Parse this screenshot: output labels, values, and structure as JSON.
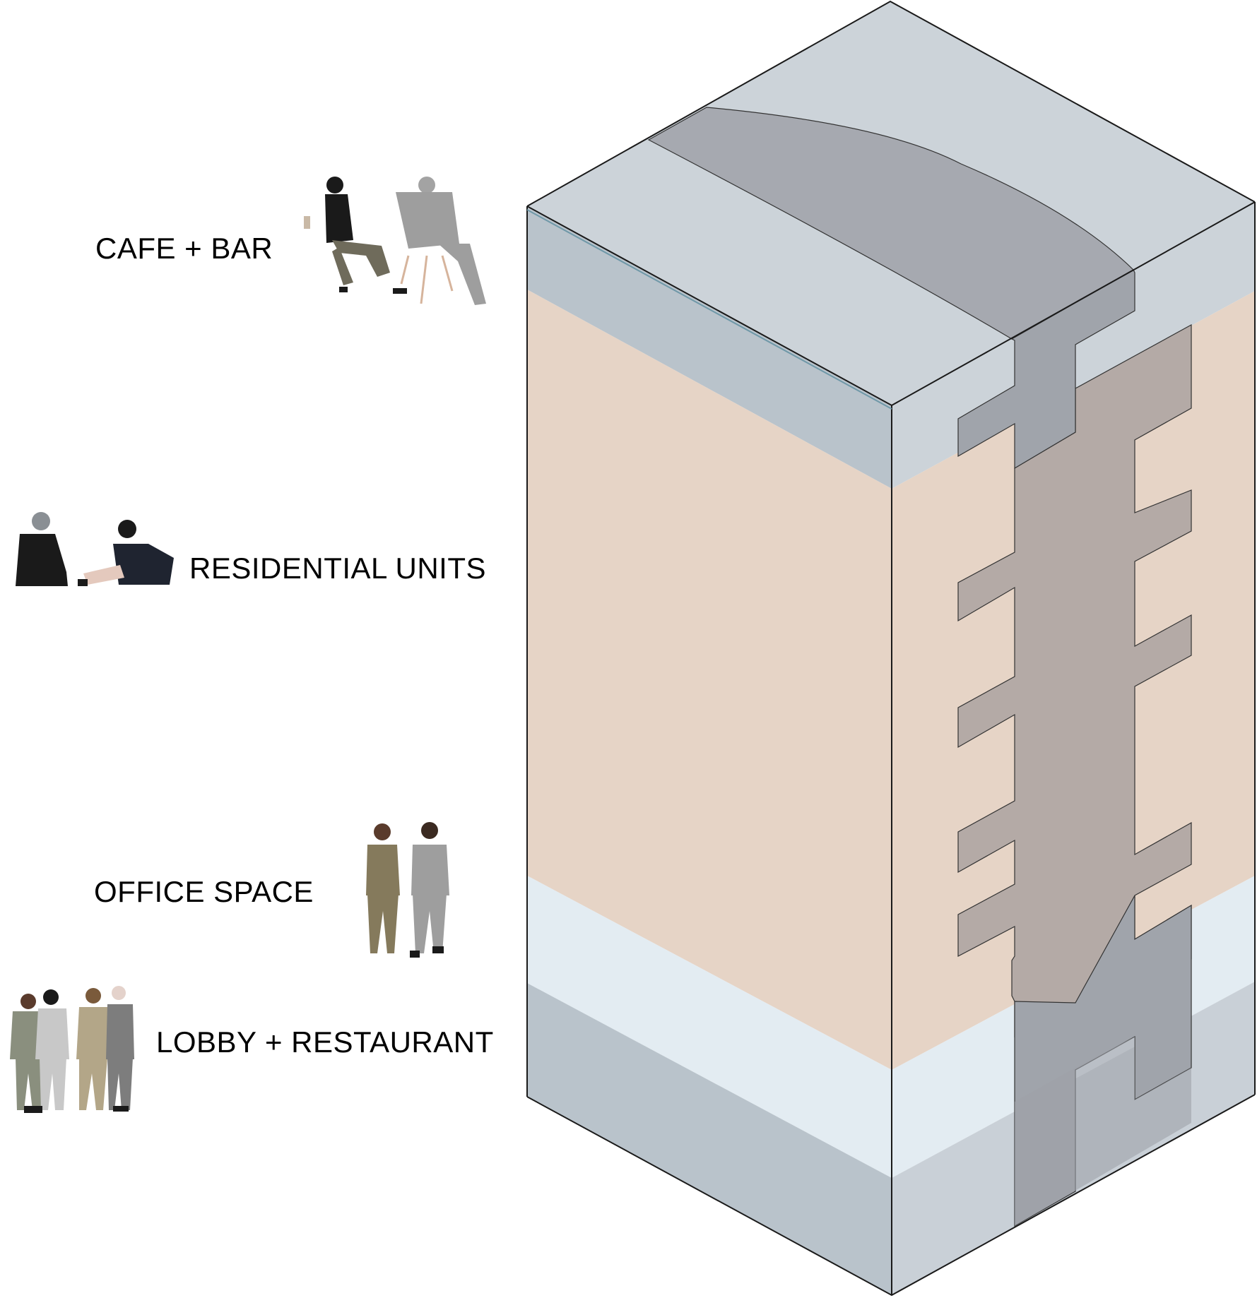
{
  "labels": {
    "cafe_bar": "CAFE + BAR",
    "residential_units": "RESIDENTIAL UNITS",
    "office_space": "OFFICE SPACE",
    "lobby_restaurant": "LOBBY + RESTAURANT"
  },
  "icons": {
    "cafe_bar": "seated-people-icon",
    "residential_units": "sitting-people-icon",
    "office_space": "standing-pair-icon",
    "lobby_restaurant": "standing-group-icon"
  },
  "colors": {
    "top_roof": "#ccd3d9",
    "roof_dark": "#a6a9b0",
    "cafe_band": "#b9c3cb",
    "residential_band": "#e6d4c6",
    "office_band": "#e3ecf2",
    "lobby_band": "#b9c3cb",
    "core": "#b4aaa6",
    "core_grey": "#a0a4ab"
  }
}
